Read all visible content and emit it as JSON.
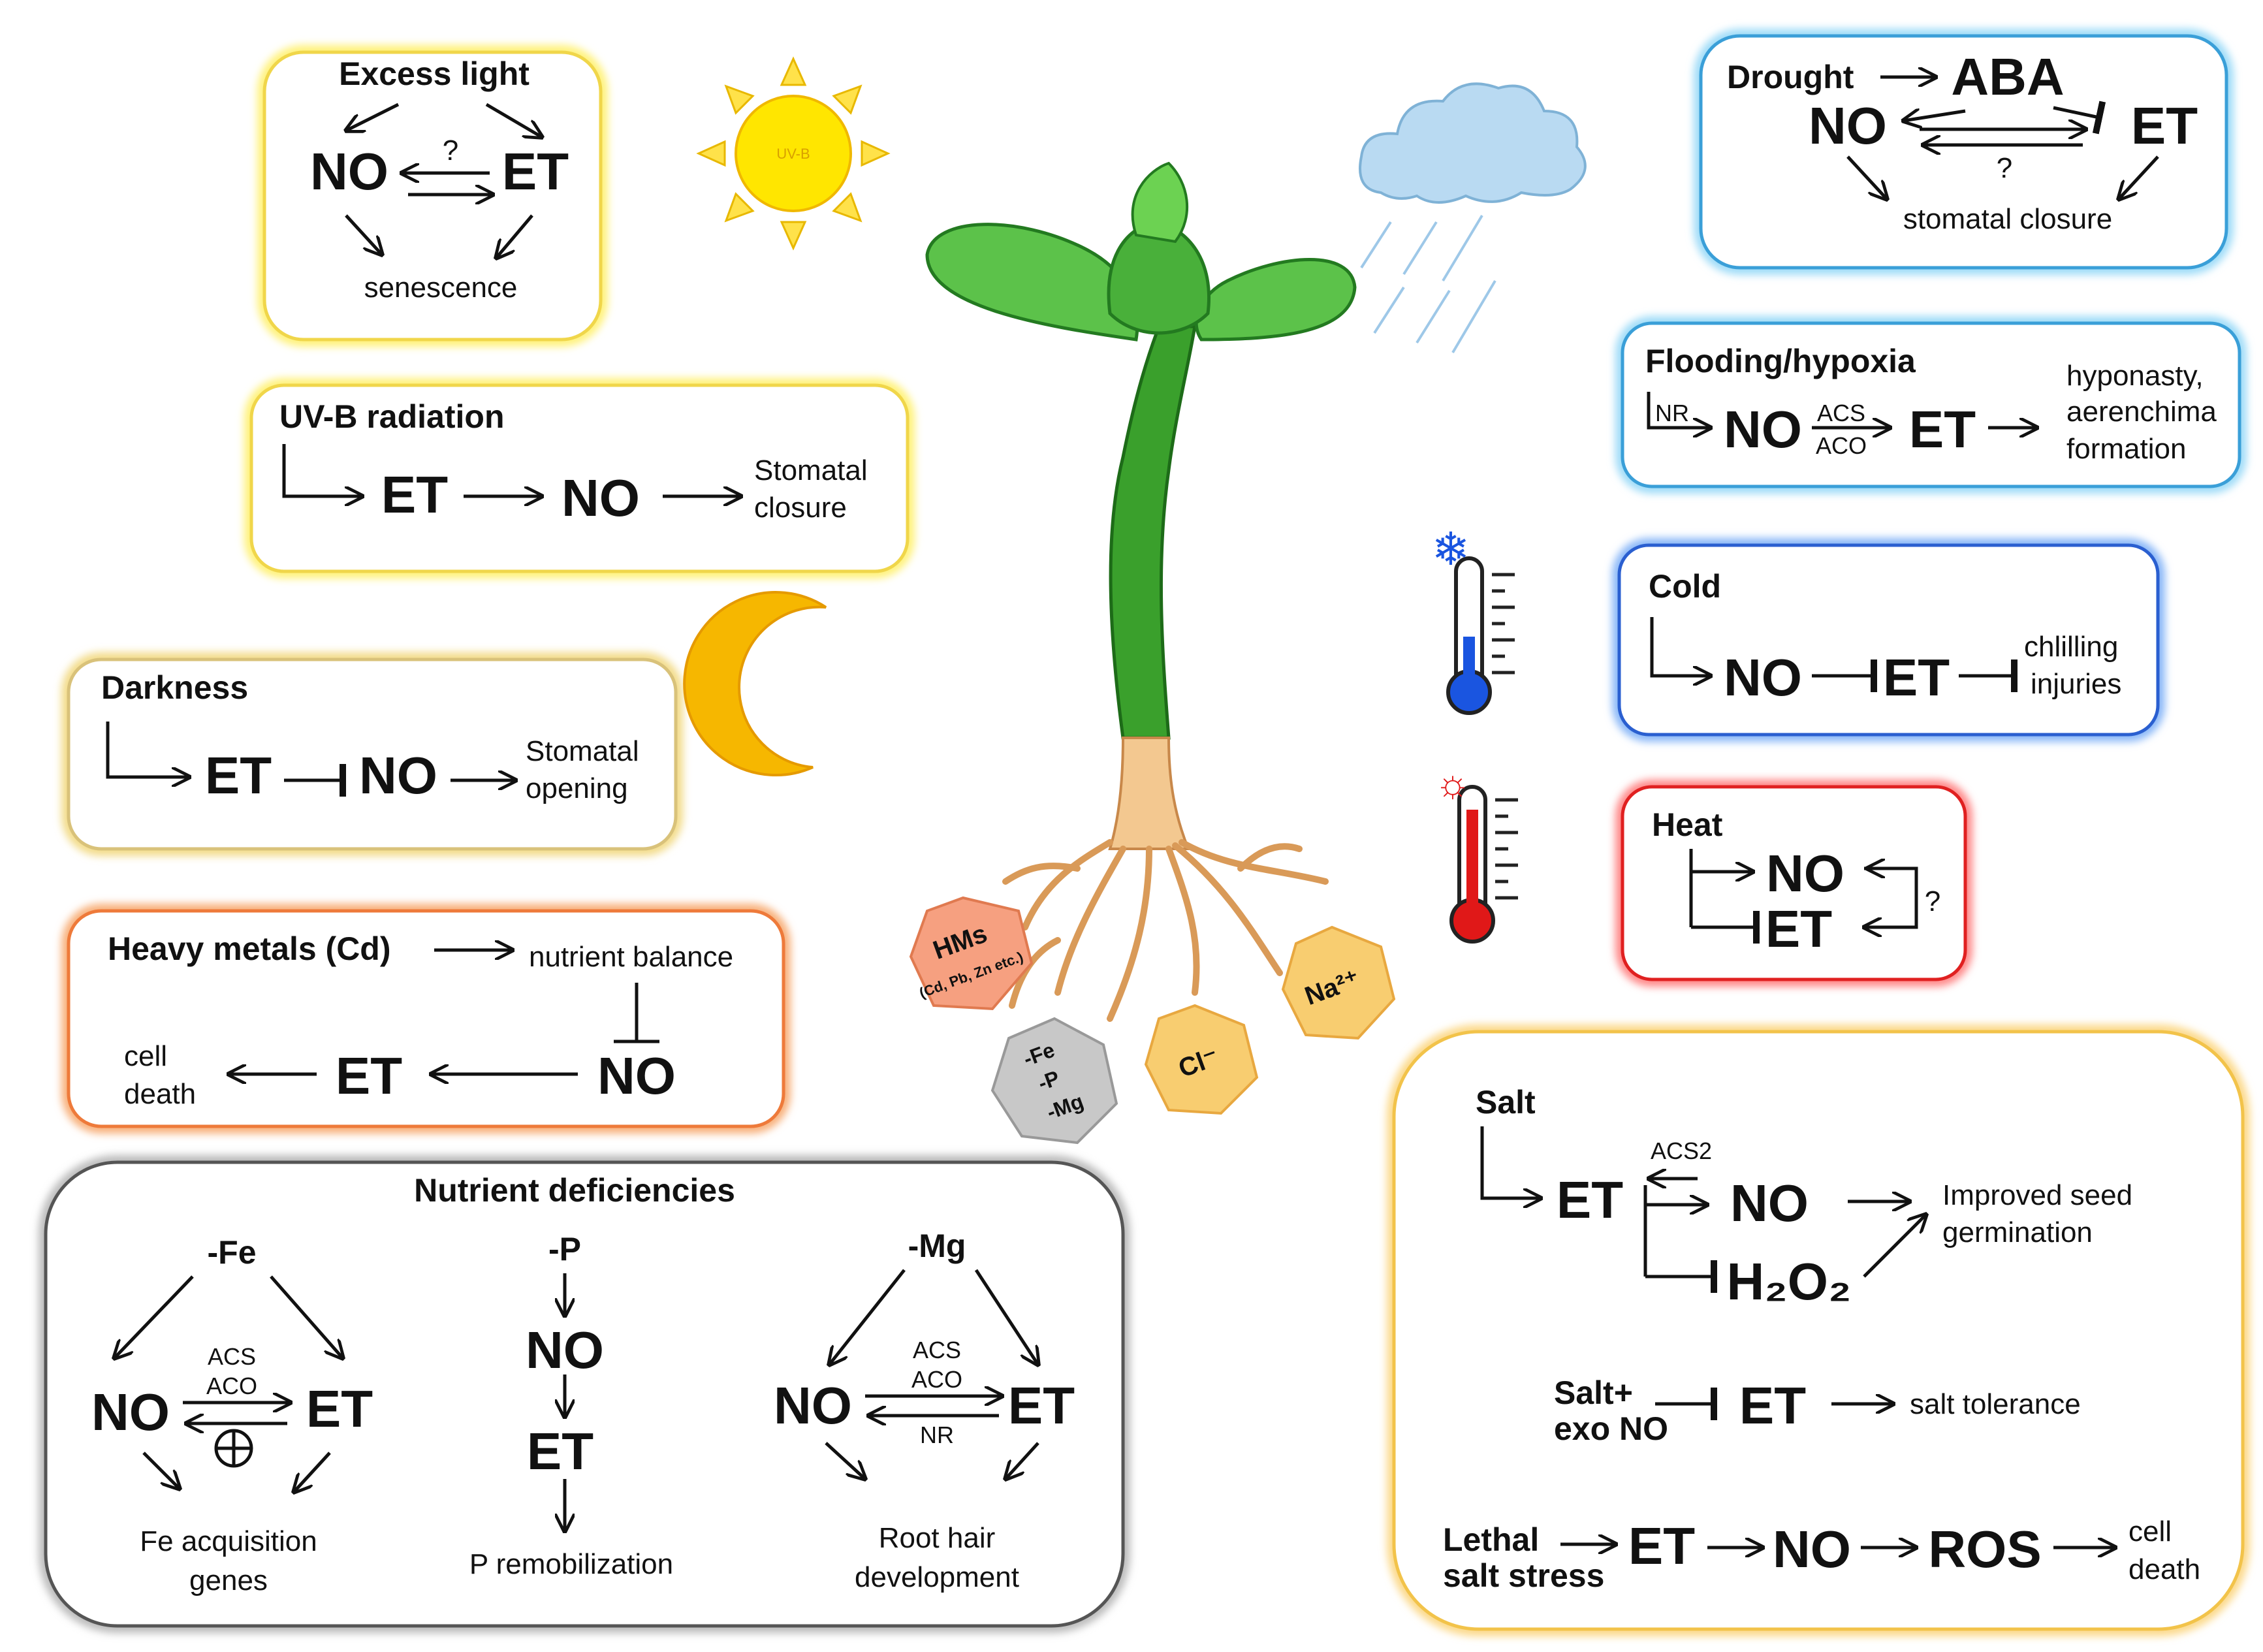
{
  "illustrations": {
    "sun_label": "UV-B",
    "hm_label": "HMs",
    "hm_sub": "(Cd, Pb, Zn etc.)",
    "def_fe": "-Fe",
    "def_p": "-P",
    "def_mg": "-Mg",
    "cl_label": "Cl⁻",
    "na_label": "Na²⁺"
  },
  "panels": {
    "excess_light": {
      "title": "Excess light",
      "no": "NO",
      "et": "ET",
      "question": "?",
      "outcome": "senescence"
    },
    "uvb": {
      "title": "UV-B radiation",
      "et": "ET",
      "no": "NO",
      "outcome_1": "Stomatal",
      "outcome_2": "closure"
    },
    "darkness": {
      "title": "Darkness",
      "et": "ET",
      "no": "NO",
      "outcome_1": "Stomatal",
      "outcome_2": "opening"
    },
    "heavy_metals": {
      "title": "Heavy metals (Cd)",
      "nutrient": "nutrient balance",
      "no": "NO",
      "et": "ET",
      "outcome_1": "cell",
      "outcome_2": "death"
    },
    "nutrient": {
      "title": "Nutrient deficiencies",
      "fe": {
        "label": "-Fe",
        "no": "NO",
        "et": "ET",
        "enzyme_1": "ACS",
        "enzyme_2": "ACO",
        "outcome_1": "Fe acquisition",
        "outcome_2": "genes"
      },
      "p": {
        "label": "-P",
        "no": "NO",
        "et": "ET",
        "outcome": "P remobilization"
      },
      "mg": {
        "label": "-Mg",
        "no": "NO",
        "et": "ET",
        "enzyme_1": "ACS",
        "enzyme_2": "ACO",
        "enzyme_3": "NR",
        "outcome_1": "Root hair",
        "outcome_2": "development"
      }
    },
    "drought": {
      "title": "Drought",
      "aba": "ABA",
      "no": "NO",
      "et": "ET",
      "question": "?",
      "outcome": "stomatal closure"
    },
    "flooding": {
      "title": "Flooding/hypoxia",
      "nr": "NR",
      "no": "NO",
      "enzyme_1": "ACS",
      "enzyme_2": "ACO",
      "et": "ET",
      "outcome_1": "hyponasty,",
      "outcome_2": "aerenchima",
      "outcome_3": "formation"
    },
    "cold": {
      "title": "Cold",
      "no": "NO",
      "et": "ET",
      "outcome_1": "chlilling",
      "outcome_2": "injuries"
    },
    "heat": {
      "title": "Heat",
      "no": "NO",
      "et": "ET",
      "question": "?"
    },
    "salt": {
      "title": "Salt",
      "et": "ET",
      "acs2": "ACS2",
      "no": "NO",
      "h2o2": "H₂O₂",
      "outcome_1": "Improved seed",
      "outcome_2": "germination",
      "exo_1": "Salt+",
      "exo_2": "exo NO",
      "exo_et": "ET",
      "exo_outcome": "salt tolerance",
      "lethal_1": "Lethal",
      "lethal_2": "salt stress",
      "lethal_et": "ET",
      "lethal_no": "NO",
      "lethal_ros": "ROS",
      "lethal_outcome_1": "cell",
      "lethal_outcome_2": "death"
    }
  }
}
